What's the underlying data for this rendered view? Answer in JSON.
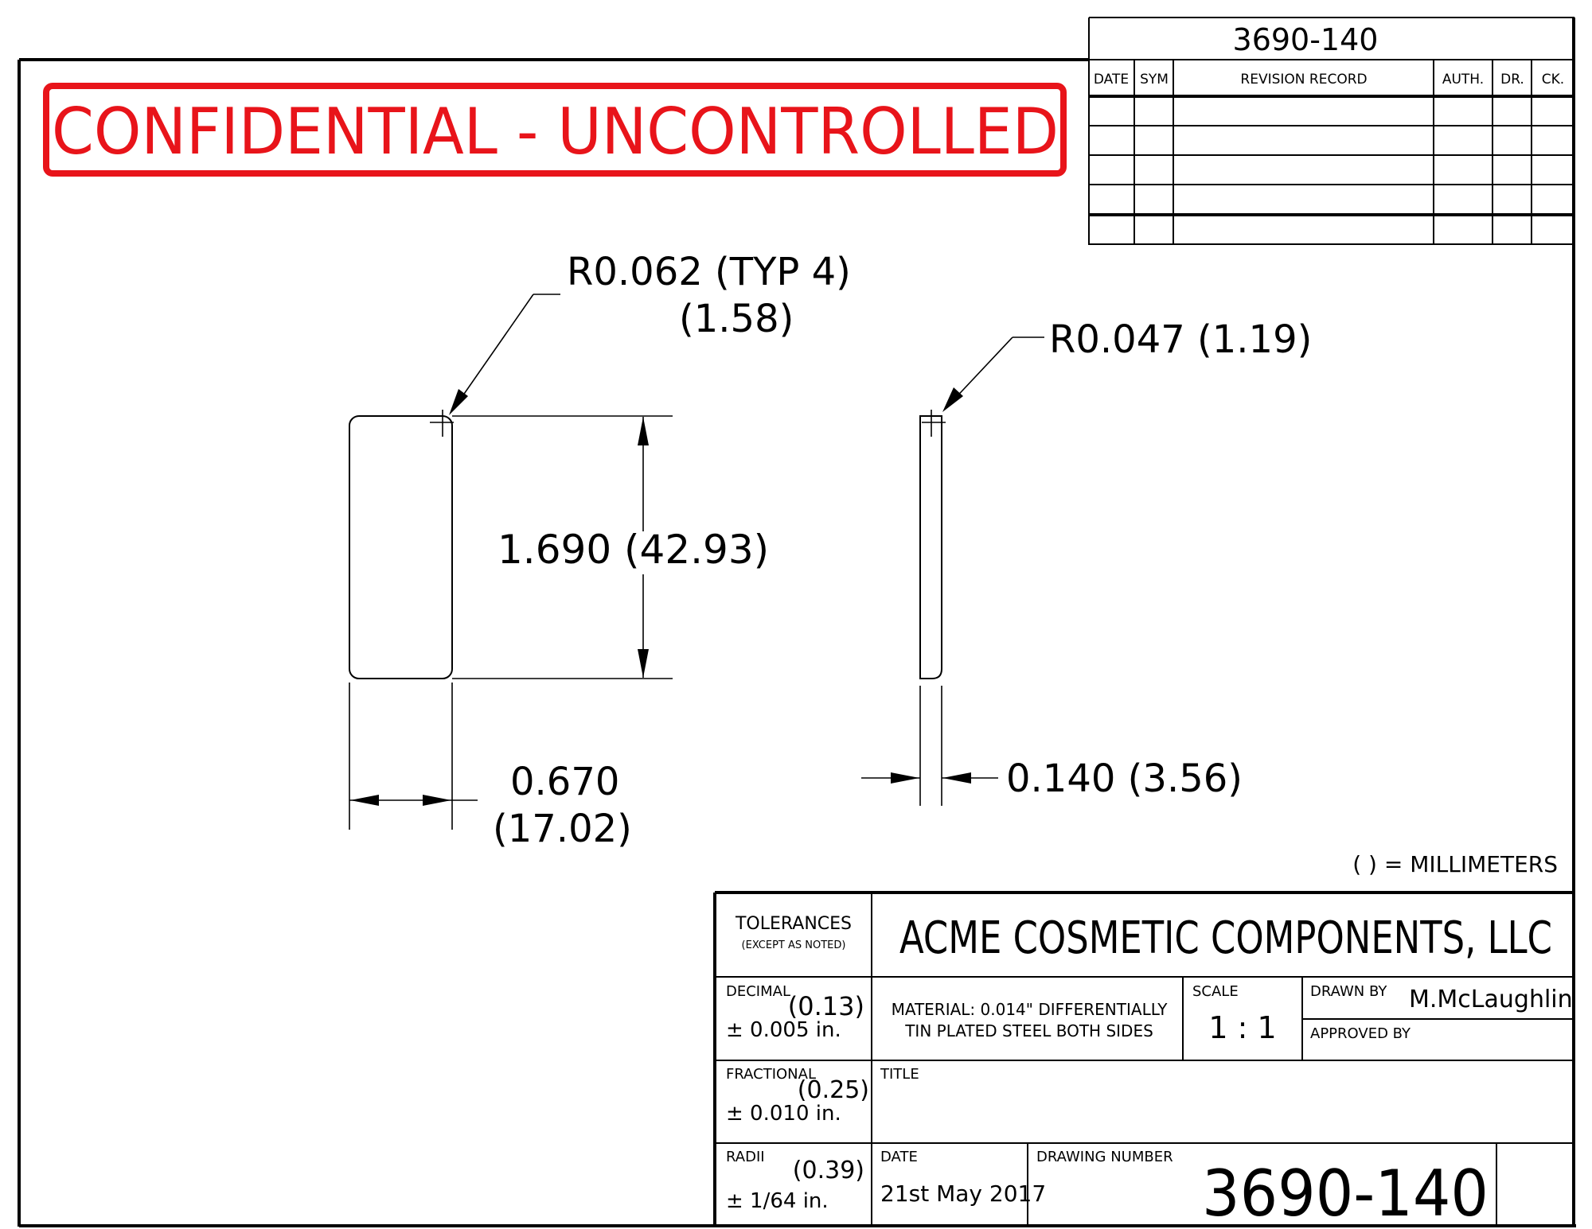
{
  "drawing_number_top": "3690-140",
  "confidential_banner": "CONFIDENTIAL - UNCONTROLLED",
  "revision_block": {
    "headers": [
      "DATE",
      "SYM",
      "REVISION RECORD",
      "AUTH.",
      "DR.",
      "CK."
    ]
  },
  "dimensions": {
    "corner_radius": "R0.062 (TYP 4)",
    "corner_radius_mm": "(1.58)",
    "edge_radius": "R0.047 (1.19)",
    "height": "1.690 (42.93)",
    "width": "0.670",
    "width_mm": "(17.02)",
    "thickness": "0.140 (3.56)"
  },
  "units_note": "( ) = MILLIMETERS",
  "title_block": {
    "tolerances_label": "TOLERANCES",
    "except_note": "(EXCEPT AS NOTED)",
    "company": "ACME COSMETIC COMPONENTS, LLC",
    "decimal_label": "DECIMAL",
    "decimal_mm": "(0.13)",
    "decimal_tol": "± 0.005 in.",
    "material_line1": "MATERIAL: 0.014\" DIFFERENTIALLY",
    "material_line2": "TIN PLATED STEEL BOTH SIDES",
    "scale_label": "SCALE",
    "scale_value": "1 : 1",
    "drawn_by_label": "DRAWN BY",
    "drawn_by": "M.McLaughlin",
    "approved_by_label": "APPROVED BY",
    "fractional_label": "FRACTIONAL",
    "fractional_mm": "(0.25)",
    "fractional_tol": "± 0.010 in.",
    "title_label": "TITLE",
    "radii_label": "RADII",
    "radii_mm": "(0.39)",
    "radii_tol": "± 1/64 in.",
    "date_label": "DATE",
    "date_value": "21st May 2017",
    "drawing_number_label": "DRAWING NUMBER",
    "drawing_number": "3690-140"
  },
  "colors": {
    "banner": "#e8141a",
    "ink": "#000000"
  }
}
